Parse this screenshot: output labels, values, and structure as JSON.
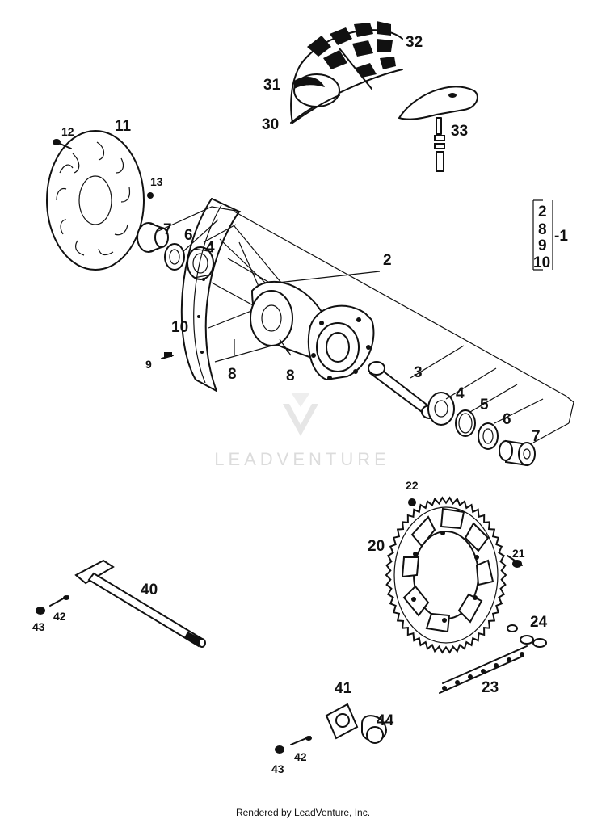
{
  "parts": {
    "p2": "2",
    "p3": "3",
    "p4a": "4",
    "p4b": "4",
    "p5": "5",
    "p6a": "6",
    "p6b": "6",
    "p7a": "7",
    "p7b": "7",
    "p8a": "8",
    "p8b": "8",
    "p9": "9",
    "p10": "10",
    "p11": "11",
    "p12": "12",
    "p13": "13",
    "p20": "20",
    "p21": "21",
    "p22": "22",
    "p23": "23",
    "p24": "24",
    "p30": "30",
    "p31": "31",
    "p32": "32",
    "p33": "33",
    "p40": "40",
    "p41": "41",
    "p42a": "42",
    "p42b": "42",
    "p43a": "43",
    "p43b": "43",
    "p44": "44"
  },
  "group_box": {
    "items": [
      "2",
      "8",
      "9",
      "10"
    ],
    "result": "-1"
  },
  "watermark": "LEADVENTURE",
  "footer": "Rendered by LeadVenture, Inc."
}
